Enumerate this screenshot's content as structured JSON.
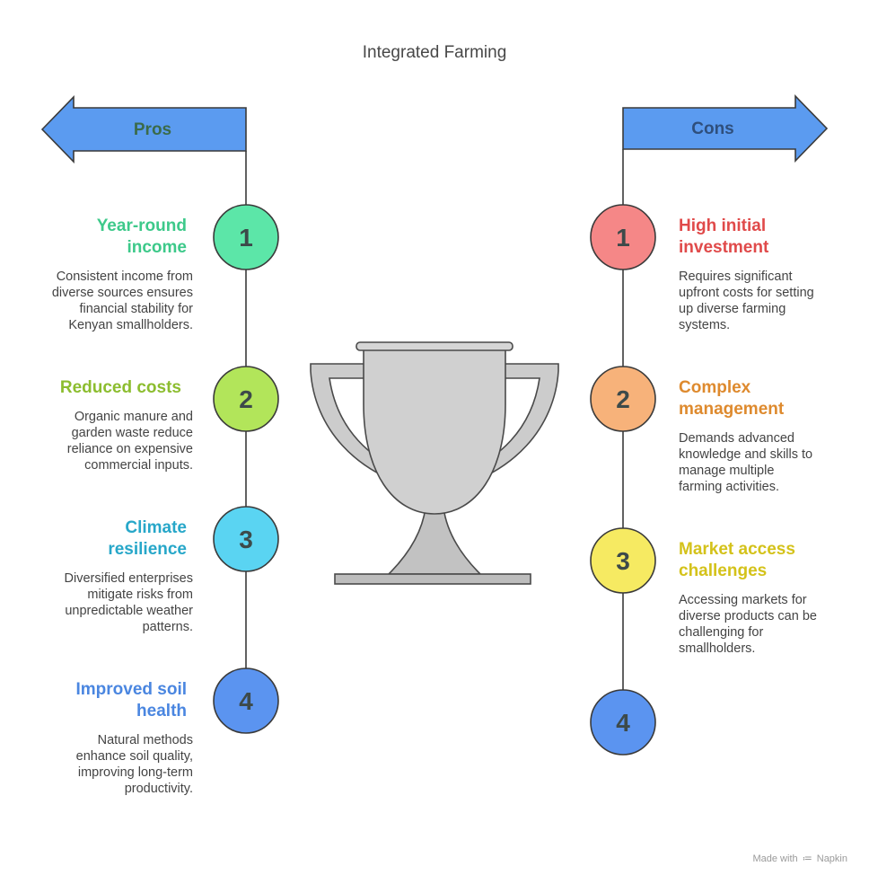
{
  "title": "Integrated Farming",
  "colors": {
    "arrow_fill": "#5b9bf0",
    "arrow_stroke": "#3a3a3a",
    "pros_label": "#3b6b4a",
    "cons_label": "#2f4f7c",
    "trophy_fill": "#cccccc",
    "trophy_stroke": "#4a4a4a"
  },
  "pros": {
    "label": "Pros",
    "items": [
      {
        "number": "1",
        "heading_l1": "Year-round",
        "heading_l2": "income",
        "color": "#3dc98a",
        "circle": "#5ce6a8",
        "desc": [
          "Consistent income from",
          "diverse sources ensures",
          "financial stability for",
          "Kenyan smallholders."
        ]
      },
      {
        "number": "2",
        "heading_l1": "Reduced costs",
        "heading_l2": "",
        "color": "#8cbd2f",
        "circle": "#b2e55a",
        "desc": [
          "Organic manure and",
          "garden waste reduce",
          "reliance on expensive",
          "commercial inputs."
        ]
      },
      {
        "number": "3",
        "heading_l1": "Climate",
        "heading_l2": "resilience",
        "color": "#27a7c9",
        "circle": "#5ad4f2",
        "desc": [
          "Diversified enterprises",
          "mitigate risks from",
          "unpredictable weather",
          "patterns."
        ]
      },
      {
        "number": "4",
        "heading_l1": "Improved soil",
        "heading_l2": "health",
        "color": "#4a86e0",
        "circle": "#5b94f0",
        "desc": [
          "Natural methods",
          "enhance soil quality,",
          "improving long-term",
          "productivity."
        ]
      }
    ]
  },
  "cons": {
    "label": "Cons",
    "items": [
      {
        "number": "1",
        "heading_l1": "High initial",
        "heading_l2": "investment",
        "color": "#e04a4a",
        "circle": "#f58787",
        "desc": [
          "Requires significant",
          "upfront costs for setting",
          "up diverse farming",
          "systems."
        ]
      },
      {
        "number": "2",
        "heading_l1": "Complex",
        "heading_l2": "management",
        "color": "#de8a2e",
        "circle": "#f7b27a",
        "desc": [
          "Demands advanced",
          "knowledge and skills to",
          "manage multiple",
          "farming activities."
        ]
      },
      {
        "number": "3",
        "heading_l1": "Market access",
        "heading_l2": "challenges",
        "color": "#d4c21a",
        "circle": "#f6ea62",
        "desc": [
          "Accessing markets for",
          "diverse products can be",
          "challenging for",
          "smallholders."
        ]
      },
      {
        "number": "4",
        "heading_l1": "",
        "heading_l2": "",
        "color": "#4a86e0",
        "circle": "#5b94f0",
        "desc": []
      }
    ]
  },
  "watermark": {
    "prefix": "Made with",
    "brand": "Napkin"
  }
}
